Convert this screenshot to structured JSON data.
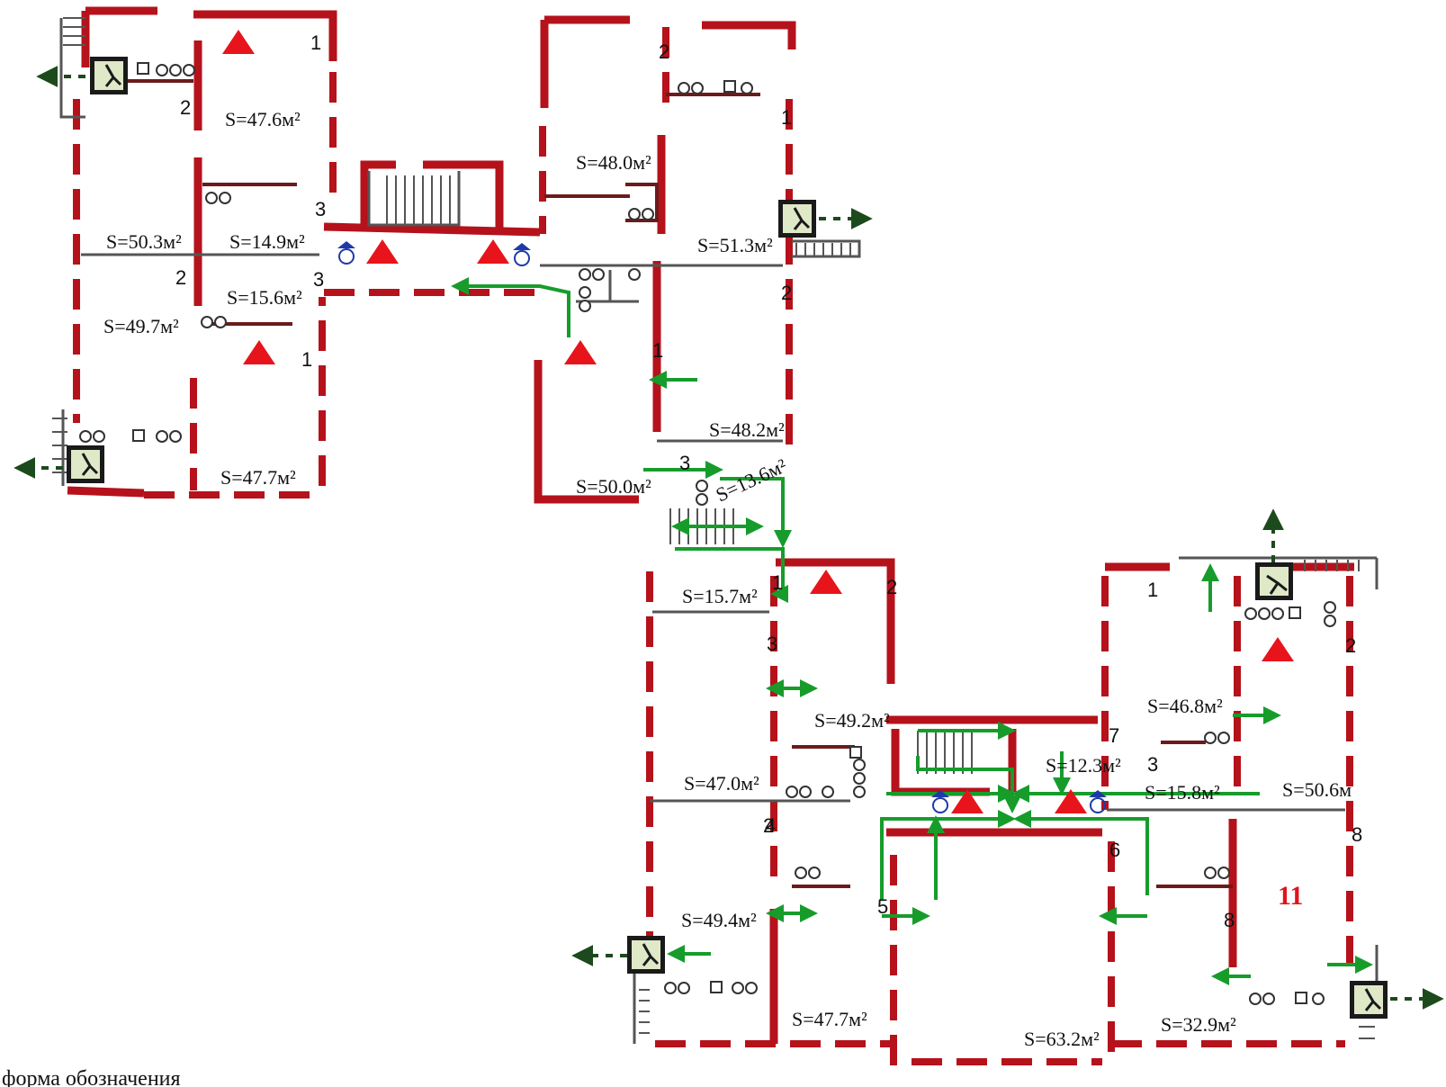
{
  "plan": {
    "rooms": [
      {
        "id": "r1",
        "area": "S=47.6м²"
      },
      {
        "id": "r2",
        "area": "S=48.0м²"
      },
      {
        "id": "r3",
        "area": "S=50.3м²"
      },
      {
        "id": "r4",
        "area": "S=14.9м²"
      },
      {
        "id": "r5",
        "area": "S=51.3м²"
      },
      {
        "id": "r6",
        "area": "S=15.6м²"
      },
      {
        "id": "r7",
        "area": "S=49.7м²"
      },
      {
        "id": "r8",
        "area": "S=48.2м²"
      },
      {
        "id": "r9",
        "area": "S=47.7м²"
      },
      {
        "id": "r10",
        "area": "S=50.0м²"
      },
      {
        "id": "r11",
        "area": "S=13.6м²"
      },
      {
        "id": "r12",
        "area": "S=15.7м²"
      },
      {
        "id": "r13",
        "area": "S=46.8м²"
      },
      {
        "id": "r14",
        "area": "S=49.2м²"
      },
      {
        "id": "r15",
        "area": "S=12.3м²"
      },
      {
        "id": "r16",
        "area": "S=47.0м²"
      },
      {
        "id": "r17",
        "area": "S=15.8м²"
      },
      {
        "id": "r18",
        "area": "S=50.6м"
      },
      {
        "id": "r19",
        "area": "S=49.4м²"
      },
      {
        "id": "r20",
        "area": "S=47.7м²"
      },
      {
        "id": "r21",
        "area": "S=63.2м²"
      },
      {
        "id": "r22",
        "area": "S=32.9м²"
      }
    ],
    "numbers": [
      "1",
      "2",
      "2",
      "3",
      "3",
      "2",
      "1",
      "2",
      "1",
      "1",
      "2",
      "3",
      "3",
      "1",
      "2",
      "1",
      "2",
      "7",
      "3",
      "4",
      "6",
      "5",
      "8",
      "8"
    ],
    "highlight_label": "11",
    "caption": "форма обозначения"
  },
  "colors": {
    "wall": "#b5121b",
    "route": "#179c2c",
    "exit_path": "#1d4a1d",
    "fire_marker": "#e8141c",
    "hydrant": "#1f3aa8",
    "highlight_label": "#e0141c"
  },
  "icons": [
    "exit-sign-icon",
    "fire-extinguisher-icon",
    "fire-hydrant-icon",
    "route-arrow-icon",
    "stair-icon",
    "toilet-fixture-icon"
  ]
}
